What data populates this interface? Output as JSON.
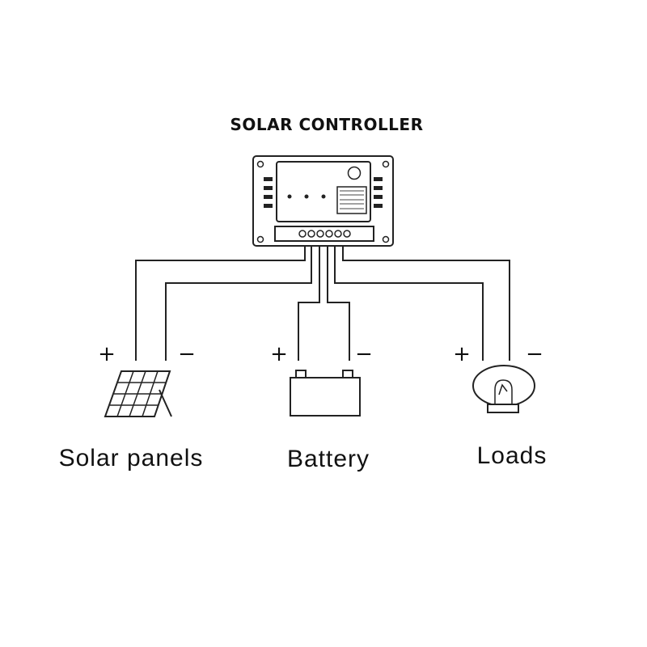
{
  "title": "SOLAR CONTROLLER",
  "components": {
    "solar_panels": {
      "label": "Solar panels",
      "plus": "+",
      "minus": "−"
    },
    "battery": {
      "label": "Battery",
      "plus": "+",
      "minus": "−"
    },
    "loads": {
      "label": "Loads",
      "plus": "+",
      "minus": "−"
    }
  }
}
